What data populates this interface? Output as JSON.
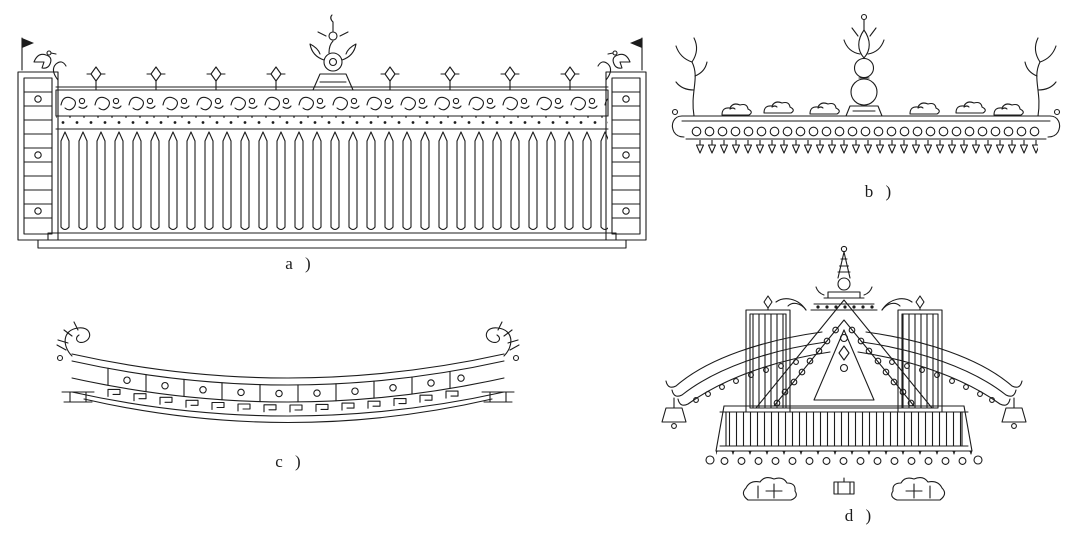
{
  "title": "ridge-ornament-line-drawings",
  "colors": {
    "ink": "#1c1c1c",
    "background": "#ffffff"
  },
  "figures": {
    "a": {
      "label": "a )",
      "icon": "long-balustrade-ridge-drawing"
    },
    "b": {
      "label": "b )",
      "icon": "ridge-with-gourd-finial-drawing"
    },
    "c": {
      "label": "c )",
      "icon": "curved-saddle-ridge-drawing"
    },
    "d": {
      "label": "d )",
      "icon": "gable-pediment-with-winged-eaves-drawing"
    }
  }
}
